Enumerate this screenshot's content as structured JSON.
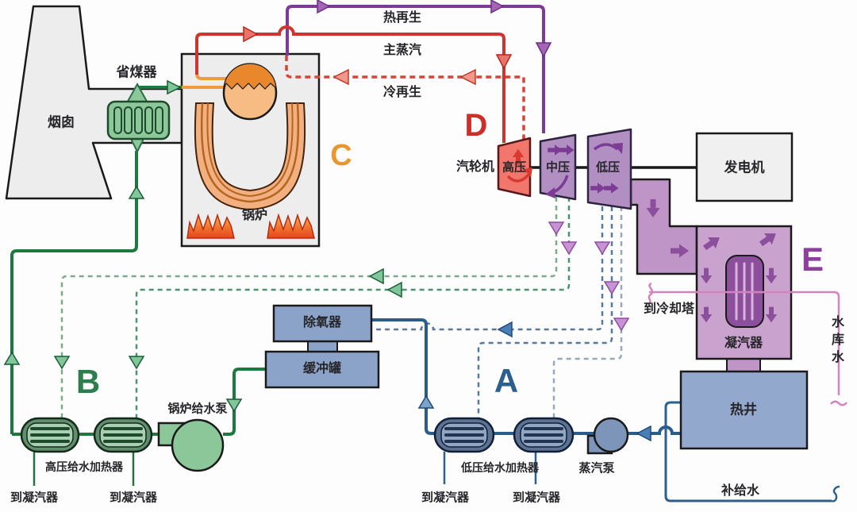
{
  "letters": {
    "a": "A",
    "b": "B",
    "c": "C",
    "d": "D",
    "e": "E"
  },
  "labels": {
    "chimney": "烟囱",
    "economizer": "省煤器",
    "boiler": "锅炉",
    "hot_reheat": "热再生",
    "main_steam": "主蒸汽",
    "cold_reheat": "冷再生",
    "steam_turbine": "汽轮机",
    "hp_cylinder": "高压",
    "ip_cylinder": "中压",
    "lp_cylinder": "低压",
    "generator": "发电机",
    "condenser": "凝汽器",
    "to_cooling_tower": "到冷却塔",
    "reservoir_water": "水库水",
    "hot_well": "热井",
    "makeup_water": "补给水",
    "deaerator": "除氧器",
    "buffer_tank": "缓冲罐",
    "boiler_feed_pump": "锅炉给水泵",
    "hp_feedwater_heater": "高压给水加热器",
    "lp_feedwater_heater": "低压给水加热器",
    "steam_pump": "蒸汽泵",
    "to_condenser": "到凝汽器"
  },
  "colors": {
    "feedwater_green": "#1d7a3f",
    "main_steam_red": "#cf352c",
    "reheat_purple": "#7d3b96",
    "cold_reheat_red_dashed": "#d4453a",
    "condensate_blue": "#2b5c8a",
    "cooling_water_pink": "#d284bc",
    "extraction_green_dashed": "#4e9370",
    "extraction_blue_dashed": "#56799c",
    "hp_turbine_fill": "#f1766b",
    "turbine_fill": "#b18fc2",
    "condenser_fill": "#c9a2ce",
    "component_blue_fill": "#8fa6c4",
    "component_green_fill": "#8cc79a",
    "structure_gray_fill": "#ededed",
    "boiler_tube_orange": "#f2b080"
  }
}
